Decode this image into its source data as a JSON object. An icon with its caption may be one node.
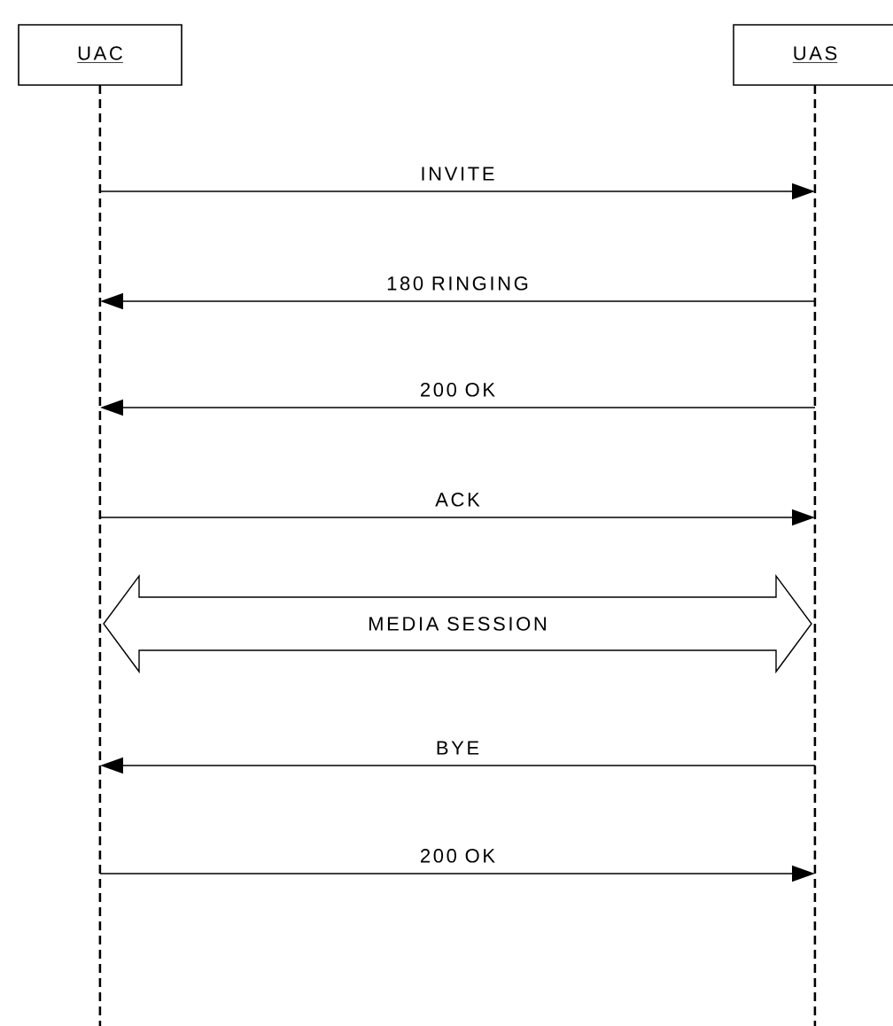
{
  "diagram": {
    "nodes": [
      {
        "text": [
          "UAC"
        ]
      },
      {
        "text": [
          "UAS"
        ]
      }
    ],
    "edges": [
      {
        "from": 0,
        "to": 1,
        "arrow": "to",
        "label": "INVITE"
      },
      {
        "from": 1,
        "to": 0,
        "arrow": "to",
        "label": "180 RINGING"
      },
      {
        "from": 1,
        "to": 0,
        "arrow": "to",
        "label": "200 OK"
      },
      {
        "from": 0,
        "to": 1,
        "arrow": "to",
        "label": "ACK"
      },
      {
        "from": 0,
        "to": 1,
        "arrow": "both",
        "label": "MEDIA SESSION",
        "style": "thick"
      },
      {
        "from": 1,
        "to": 0,
        "arrow": "to",
        "label": "BYE"
      },
      {
        "from": 0,
        "to": 1,
        "arrow": "to",
        "label": "200 OK"
      }
    ]
  }
}
